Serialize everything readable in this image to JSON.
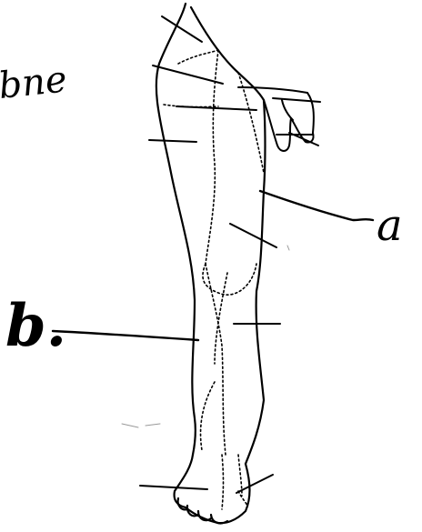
{
  "labels": {
    "corner_word": "bne",
    "a": "a",
    "b": "b."
  }
}
